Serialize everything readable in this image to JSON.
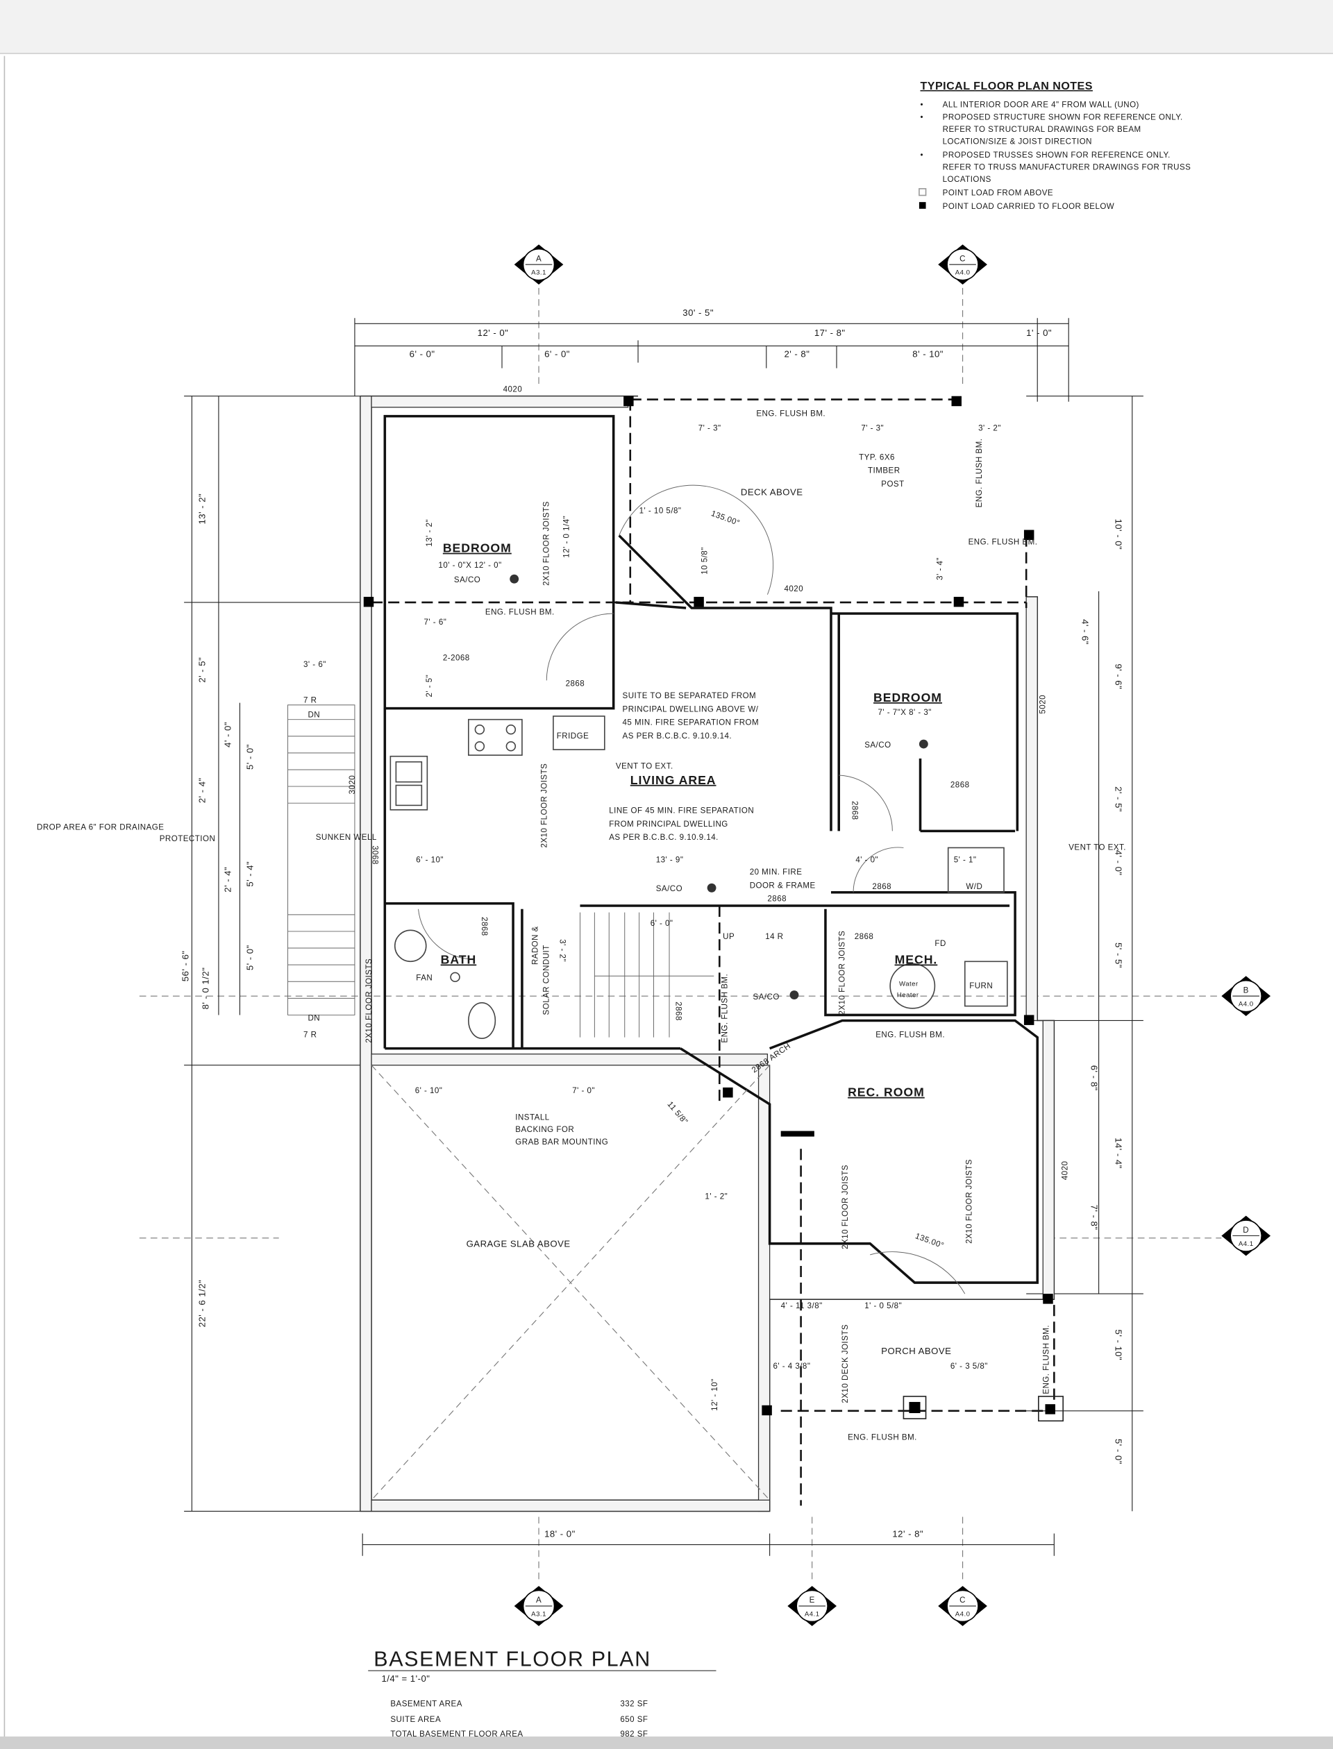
{
  "notes": {
    "title": "TYPICAL FLOOR PLAN NOTES",
    "items": [
      "ALL INTERIOR DOOR ARE 4\" FROM WALL (UNO)",
      "PROPOSED STRUCTURE SHOWN FOR REFERENCE ONLY.",
      "REFER TO STRUCTURAL DRAWINGS FOR BEAM",
      "LOCATION/SIZE & JOIST DIRECTION",
      "PROPOSED TRUSSES SHOWN FOR REFERENCE ONLY.",
      "REFER TO TRUSS MANUFACTURER DRAWINGS FOR TRUSS",
      "LOCATIONS"
    ],
    "legend_open": "POINT LOAD FROM ABOVE",
    "legend_solid": "POINT LOAD CARRIED TO FLOOR BELOW"
  },
  "sections": {
    "a_top": {
      "letter": "A",
      "sheet": "A3.1"
    },
    "c_top": {
      "letter": "C",
      "sheet": "A4.0"
    },
    "a_bot": {
      "letter": "A",
      "sheet": "A3.1"
    },
    "e_bot": {
      "letter": "E",
      "sheet": "A4.1"
    },
    "c_bot": {
      "letter": "C",
      "sheet": "A4.0"
    },
    "b_right": {
      "letter": "B",
      "sheet": "A4.0"
    },
    "d_right": {
      "letter": "D",
      "sheet": "A4.1"
    }
  },
  "dims": {
    "top_total": "30' - 5\"",
    "top_a": "12' - 0\"",
    "top_b": "17' - 8\"",
    "top_c": "1' - 0\"",
    "top_d": "6' - 0\"",
    "top_e": "6' - 0\"",
    "top_f": "2' - 8\"",
    "top_g": "8' - 10\"",
    "left_total": "56' - 6\"",
    "left_a": "13' - 2\"",
    "left_b": "2' - 5\"",
    "left_c": "2' - 4\"",
    "left_d": "8' - 0 1/2\"",
    "left_e": "22' - 6 1/2\"",
    "left_f": "4' - 0\"",
    "left_g": "5' - 0\"",
    "left_h": "5' - 4\"",
    "left_i": "2' - 4\"",
    "left_j": "5' - 0\"",
    "right_a": "10' - 0\"",
    "right_b": "4' - 6\"",
    "right_c": "9' - 6\"",
    "right_d": "2' - 5\"",
    "right_e": "4' - 0\"",
    "right_f": "5' - 5\"",
    "right_g": "6' - 8\"",
    "right_h": "14' - 4\"",
    "right_i": "7' - 8\"",
    "right_j": "5' - 10\"",
    "right_k": "5' - 0\"",
    "bottom_a": "18' - 0\"",
    "bottom_b": "12' - 8\"",
    "deck_a": "7' - 3\"",
    "deck_b": "7' - 3\"",
    "deck_c": "3' - 2\"",
    "bed1_h": "13' - 2\"",
    "bed1_w": "12' - 0 1/4\"",
    "closet_w": "7' - 6\"",
    "closet_h": "2' - 5\"",
    "stair_w": "3' - 6\"",
    "angle_a": "1' - 10 5/8\"",
    "angle_b": "10 5/8\"",
    "angle_deg": "135.00°",
    "post_h": "3' - 4\"",
    "living_a": "6' - 10\"",
    "living_b": "13' - 9\"",
    "hall_a": "4' - 0\"",
    "wd_w": "5' - 1\"",
    "stair_run": "6' - 0\"",
    "stair_w2": "3' - 2\"",
    "garage_a": "6' - 10\"",
    "garage_b": "7' - 0\"",
    "diag_a": "11 5/8\"",
    "diag_b": "1' - 2\"",
    "garage_h": "12' - 10\"",
    "rec_angle": "135.00°",
    "porch_a": "4' - 11 3/8\"",
    "porch_b": "1' - 0 5/8\"",
    "porch_c": "6' - 4 3/8\"",
    "porch_d": "6' - 3 5/8\""
  },
  "rooms": {
    "bedroom1": "BEDROOM",
    "bedroom1_size": "10' - 0\"X 12' - 0\"",
    "bedroom2": "BEDROOM",
    "bedroom2_size": "7' - 7\"X 8' - 3\"",
    "living": "LIVING AREA",
    "bath": "BATH",
    "mech": "MECH.",
    "rec": "REC. ROOM",
    "deck": "DECK ABOVE",
    "garage": "GARAGE SLAB ABOVE",
    "porch": "PORCH ABOVE",
    "sunken": "SUNKEN WELL"
  },
  "labels": {
    "win_top": "4020",
    "win_deck": "4020",
    "win_right": "5020",
    "win_kitchen": "3020",
    "win_rec": "4020",
    "door_closet": "2-2068",
    "door_bed1": "2868",
    "door_bed2": "2868",
    "door_closet2": "2868",
    "door_hall": "2868",
    "door_fire": "2868",
    "door_bath": "2868",
    "door_mech": "2868",
    "door_under": "2868",
    "door_well": "3068",
    "arch": "2868 ARCH",
    "beam_top": "ENG. FLUSH BM.",
    "beam_mid": "ENG. FLUSH BM.",
    "beam_right": "ENG. FLUSH BM.",
    "beam_deck": "ENG. FLUSH BM.",
    "beam_rec": "ENG. FLUSH BM.",
    "beam_stair": "ENG. FLUSH BM.",
    "beam_porch_v": "ENG. FLUSH BM.",
    "beam_porch": "ENG. FLUSH BM.",
    "post1": "TYP. 6X6",
    "post2": "TIMBER",
    "post3": "POST",
    "joist1": "2X10 FLOOR JOISTS",
    "joist2": "2X10 FLOOR JOISTS",
    "joist3": "2X10 FLOOR JOISTS",
    "joist4": "2X10 FLOOR JOISTS",
    "joist5": "2X10 FLOOR JOISTS",
    "joist6": "2X10 FLOOR JOISTS",
    "deck_joists": "2X10 DECK JOISTS",
    "sa_co_1": "SA/CO",
    "sa_co_2": "SA/CO",
    "sa_co_3": "SA/CO",
    "sa_co_4": "SA/CO",
    "fridge": "FRIDGE",
    "vent1": "VENT TO EXT.",
    "vent2": "VENT TO EXT.",
    "suite_note": [
      "SUITE TO BE SEPARATED FROM",
      "PRINCIPAL DWELLING ABOVE W/",
      "45 MIN. FIRE SEPARATION FROM",
      "AS PER B.C.B.C. 9.10.9.14."
    ],
    "fire_line": [
      "LINE OF 45 MIN. FIRE SEPARATION",
      "FROM PRINCIPAL DWELLING",
      "AS PER B.C.B.C. 9.10.9.14."
    ],
    "fire_door": [
      "20 MIN. FIRE",
      "DOOR & FRAME"
    ],
    "drop_area": [
      "DROP AREA 6\" FOR DRAINAGE",
      "PROTECTION"
    ],
    "wd": "W/D",
    "fd": "FD",
    "water_heater": [
      "Water",
      "Heater"
    ],
    "furn": "FURN",
    "fan": "FAN",
    "radon": "RADON &",
    "solar": "SOLAR CONDUIT",
    "up": "UP",
    "risers": "14 R",
    "dn1": "DN",
    "dn2": "DN",
    "r1": "7 R",
    "r2": "7 R",
    "grab_bar": [
      "INSTALL",
      "BACKING FOR",
      "GRAB BAR MOUNTING"
    ]
  },
  "title_block": {
    "title": "BASEMENT FLOOR PLAN",
    "scale": "1/4\" = 1'-0\"",
    "areas": [
      {
        "label": "BASEMENT AREA",
        "value": "332 SF"
      },
      {
        "label": "SUITE AREA",
        "value": "650 SF"
      },
      {
        "label": "TOTAL BASEMENT FLOOR AREA",
        "value": "982 SF"
      }
    ]
  }
}
